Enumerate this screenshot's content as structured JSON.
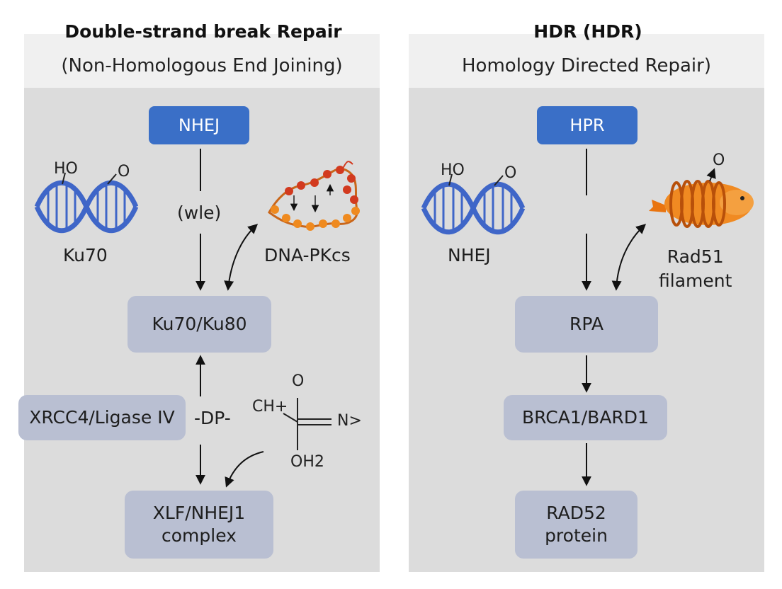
{
  "left": {
    "title": "Double-strand break Repair",
    "subtitle": "(Non-Homologous End Joining)",
    "top_pill": "NHEJ",
    "edge_label": "(wle)",
    "dna_label": "Ku70",
    "dna_ends": {
      "ho": "HO",
      "o": "O"
    },
    "protein_label": "DNA-PKcs",
    "box_ku": "Ku70/Ku80",
    "box_xrcc": "XRCC4/Ligase IV",
    "dp_label": "-DP-",
    "chem": {
      "ch": "CH+",
      "o_top": "O",
      "n": "N>",
      "oh2": "OH2"
    },
    "box_xlf_line1": "XLF/NHEJ1",
    "box_xlf_line2": "complex"
  },
  "right": {
    "title": "HDR (HDR)",
    "subtitle": "Homology Directed Repair)",
    "top_pill": "HPR",
    "dna_label": "NHEJ",
    "dna_ends": {
      "ho": "HO",
      "o": "O"
    },
    "filament_o": "O",
    "filament_line1": "Rad51",
    "filament_line2": "filament",
    "box_rpa": "RPA",
    "box_brca": "BRCA1/BARD1",
    "box_rad52_line1": "RAD52",
    "box_rad52_line2": "protein"
  },
  "colors": {
    "pill_blue": "#3a6fc7",
    "box_gray": "#b9bfd2",
    "panel_gray": "#dcdcdc",
    "dna_blue": "#3f66c8",
    "bead_red": "#d23a1f",
    "bead_orange": "#ef8a1f",
    "filament_orange": "#e9740f"
  },
  "icons": [
    "dna-double-helix-icon",
    "dna-pkcs-bead-chain-icon",
    "rad51-filament-icon"
  ]
}
